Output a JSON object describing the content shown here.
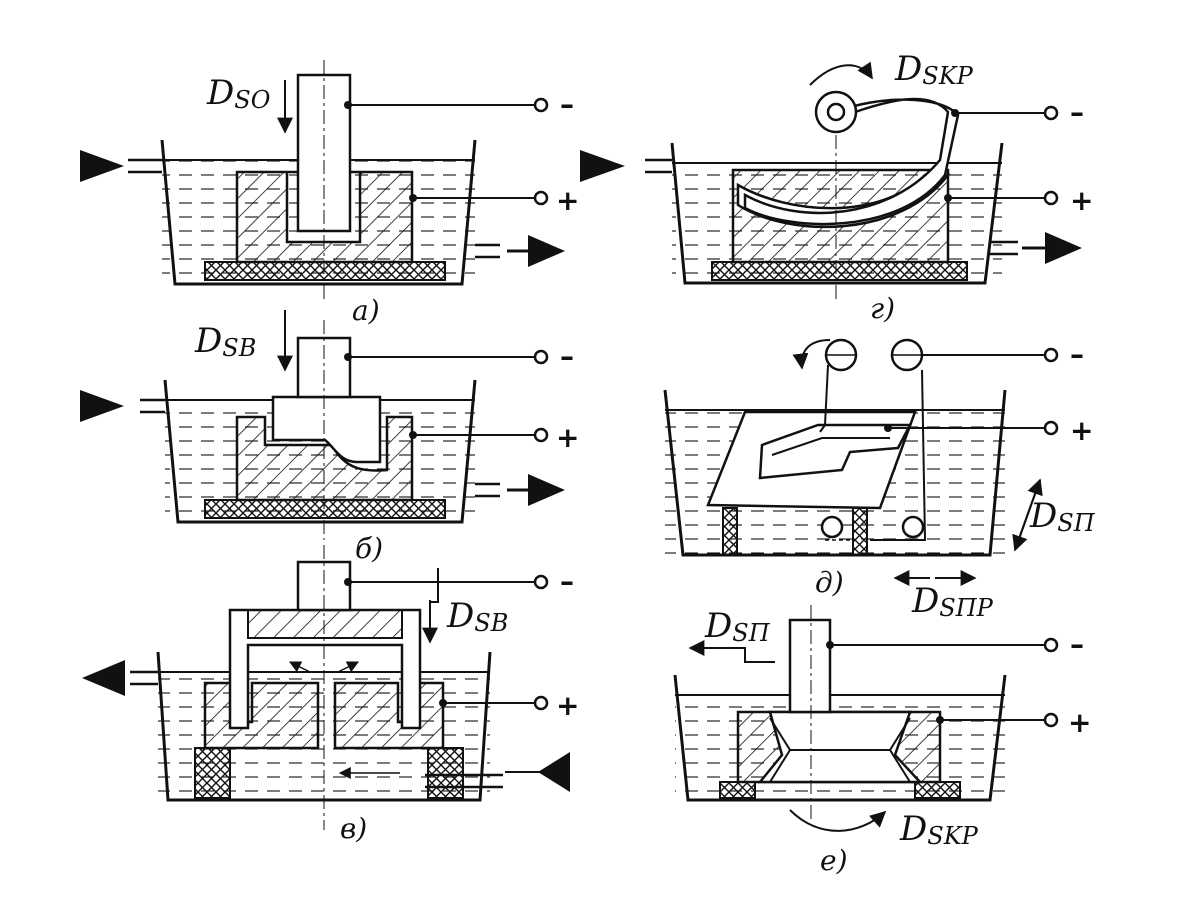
{
  "panels": {
    "a": {
      "caption": "а)",
      "feed_main": "D",
      "feed_sub": "SO",
      "neg": "–",
      "pos": "+"
    },
    "b": {
      "caption": "б)",
      "feed_main": "D",
      "feed_sub": "SB",
      "neg": "–",
      "pos": "+"
    },
    "v": {
      "caption": "в)",
      "feed_main": "D",
      "feed_sub": "SB",
      "neg": "–",
      "pos": "+"
    },
    "g": {
      "caption": "г)",
      "feed_main": "D",
      "feed_sub": "SKP",
      "neg": "–",
      "pos": "+"
    },
    "d": {
      "caption": "д)",
      "feed1_main": "D",
      "feed1_sub": "SП",
      "feed2_main": "D",
      "feed2_sub": "SПP",
      "neg": "–",
      "pos": "+"
    },
    "e": {
      "caption": "е)",
      "feed1_main": "D",
      "feed1_sub": "SП",
      "feed2_main": "D",
      "feed2_sub": "SKP",
      "neg": "–",
      "pos": "+"
    }
  },
  "colors": {
    "ink": "#111111",
    "paper": "#ffffff"
  }
}
